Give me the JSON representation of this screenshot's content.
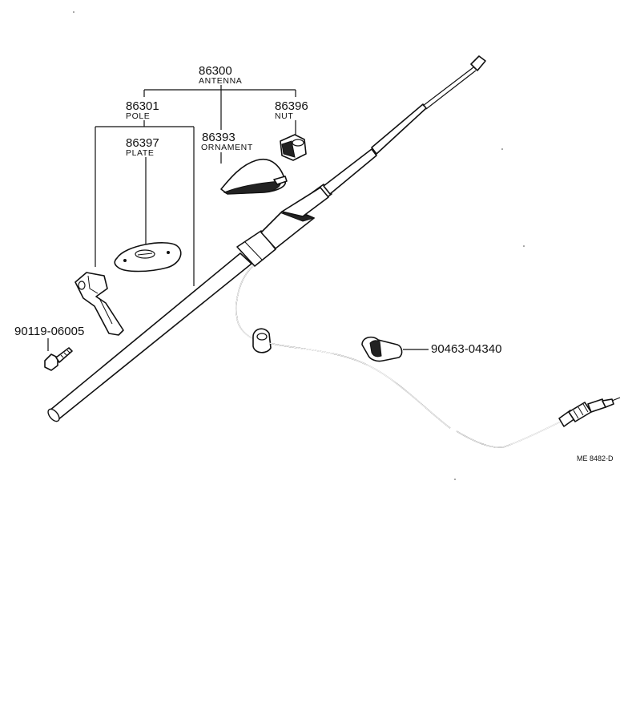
{
  "diagram": {
    "reference_code": "ME 8482-D",
    "labels": {
      "antenna": {
        "number": "86300",
        "name": "ANTENNA"
      },
      "pole": {
        "number": "86301",
        "name": "POLE"
      },
      "nut": {
        "number": "86396",
        "name": "NUT"
      },
      "ornament": {
        "number": "86393",
        "name": "ORNAMENT"
      },
      "plate": {
        "number": "86397",
        "name": "PLATE"
      },
      "bolt": {
        "number": "90119-06005"
      },
      "clip": {
        "number": "90463-04340"
      }
    }
  }
}
